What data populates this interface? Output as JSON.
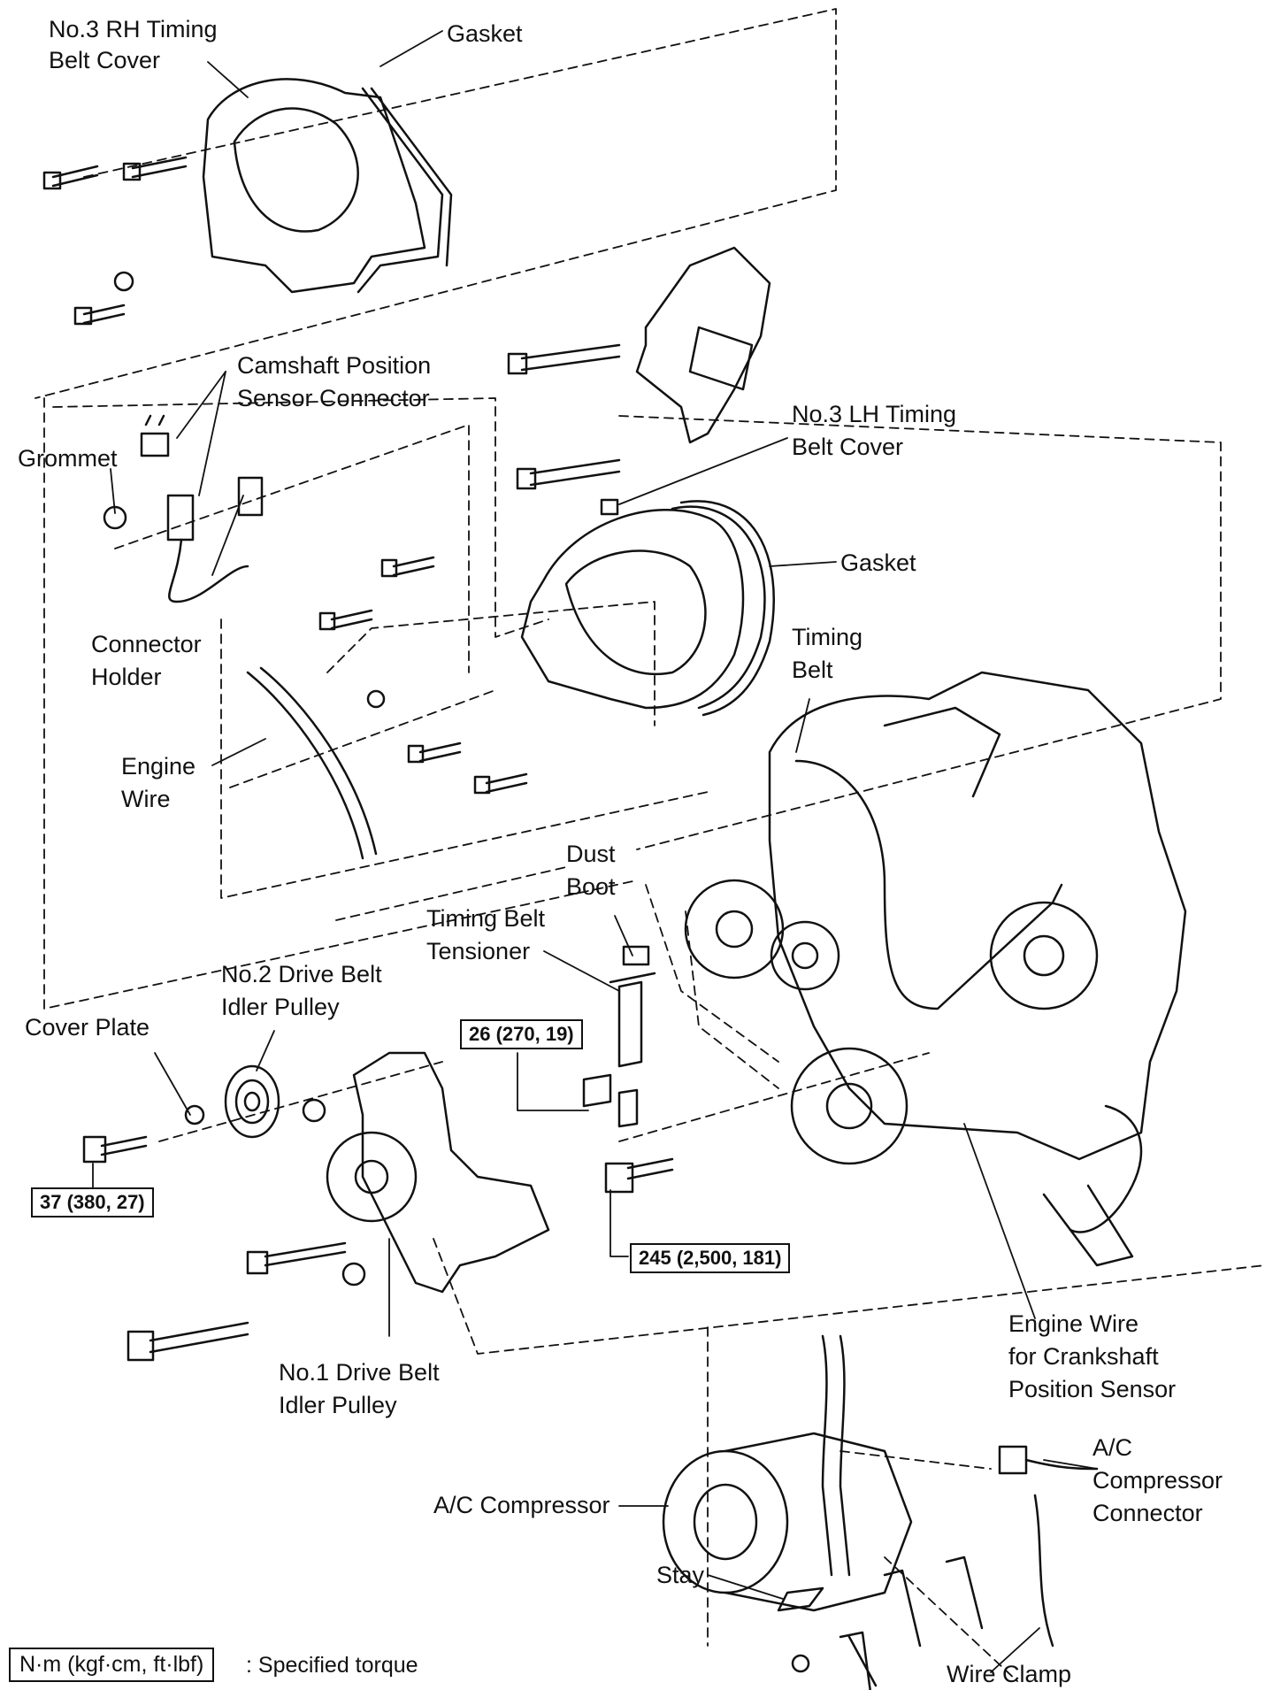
{
  "labels": {
    "rh_cover_1": "No.3 RH Timing",
    "rh_cover_2": "Belt Cover",
    "gasket_top": "Gasket",
    "cam_sensor_1": "Camshaft Position",
    "cam_sensor_2": "Sensor Connector",
    "grommet": "Grommet",
    "lh_cover_1": "No.3 LH Timing",
    "lh_cover_2": "Belt Cover",
    "gasket_mid": "Gasket",
    "holder_1": "Connector",
    "holder_2": "Holder",
    "timing_belt_1": "Timing",
    "timing_belt_2": "Belt",
    "engine_wire_1": "Engine",
    "engine_wire_2": "Wire",
    "dust_boot_1": "Dust",
    "dust_boot_2": "Boot",
    "tensioner_1": "Timing Belt",
    "tensioner_2": "Tensioner",
    "no2_pulley_1": "No.2 Drive Belt",
    "no2_pulley_2": "Idler Pulley",
    "cover_plate": "Cover Plate",
    "no1_pulley_1": "No.1 Drive Belt",
    "no1_pulley_2": "Idler Pulley",
    "crank_wire_1": "Engine Wire",
    "crank_wire_2": "for Crankshaft",
    "crank_wire_3": "Position Sensor",
    "ac_conn_1": "A/C",
    "ac_conn_2": "Compressor",
    "ac_conn_3": "Connector",
    "ac_comp": "A/C Compressor",
    "stay": "Stay",
    "wire_clamp": "Wire Clamp"
  },
  "torque": {
    "t26": "26 (270, 19)",
    "t37": "37 (380, 27)",
    "t245": "245 (2,500, 181)"
  },
  "legend": {
    "unit": "N·m (kgf·cm, ft·lbf)",
    "text": ": Specified torque"
  }
}
